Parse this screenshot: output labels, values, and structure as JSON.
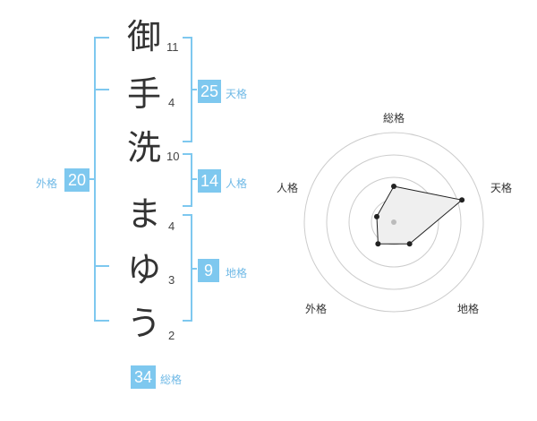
{
  "name": {
    "characters": [
      {
        "char": "御",
        "strokes": "11"
      },
      {
        "char": "手",
        "strokes": "4"
      },
      {
        "char": "洗",
        "strokes": "10"
      },
      {
        "char": "ま",
        "strokes": "4"
      },
      {
        "char": "ゆ",
        "strokes": "3"
      },
      {
        "char": "う",
        "strokes": "2"
      }
    ]
  },
  "fortune": {
    "tenkaku": {
      "value": "25",
      "label": "天格"
    },
    "jinkaku": {
      "value": "14",
      "label": "人格"
    },
    "chikaku": {
      "value": "9",
      "label": "地格"
    },
    "gaikaku": {
      "value": "20",
      "label": "外格"
    },
    "soukaku": {
      "value": "34",
      "label": "総格"
    }
  },
  "radar": {
    "axes": [
      "総格",
      "天格",
      "地格",
      "外格",
      "人格"
    ],
    "values": [
      0.4,
      0.8,
      0.3,
      0.3,
      0.2
    ],
    "rings": 4,
    "colors": {
      "fill": "#efefef",
      "stroke": "#222222",
      "ring": "#cccccc",
      "center": "#bbbbbb"
    }
  },
  "colors": {
    "accent": "#7ec8ef",
    "bracket": "#7ec8ef"
  }
}
